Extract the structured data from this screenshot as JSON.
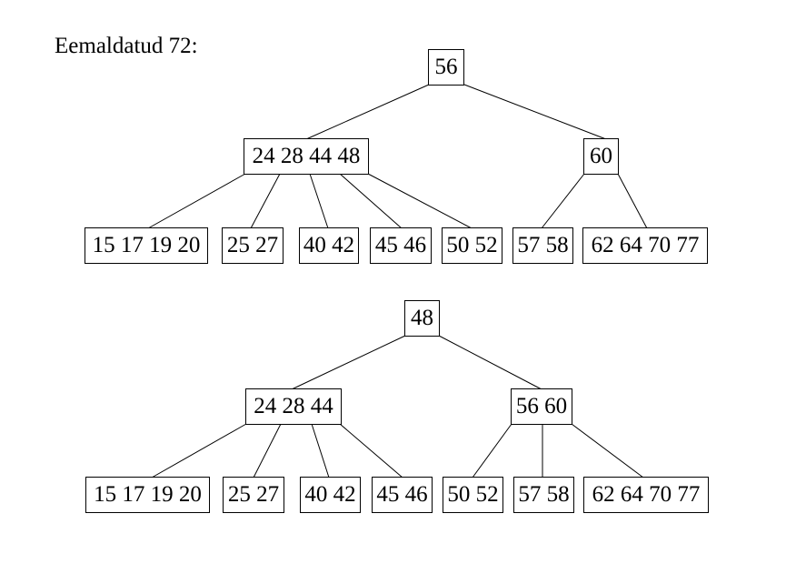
{
  "title": "Eemaldatud 72:",
  "trees": [
    {
      "root": {
        "keys": "56"
      },
      "level1": [
        {
          "keys": "24 28 44 48"
        },
        {
          "keys": "60"
        }
      ],
      "leaves": [
        {
          "keys": "15 17 19 20"
        },
        {
          "keys": "25 27"
        },
        {
          "keys": "40 42"
        },
        {
          "keys": "45 46"
        },
        {
          "keys": "50 52"
        },
        {
          "keys": "57 58"
        },
        {
          "keys": "62 64 70 77"
        }
      ]
    },
    {
      "root": {
        "keys": "48"
      },
      "level1": [
        {
          "keys": "24 28 44"
        },
        {
          "keys": "56 60"
        }
      ],
      "leaves": [
        {
          "keys": "15 17 19 20"
        },
        {
          "keys": "25 27"
        },
        {
          "keys": "40 42"
        },
        {
          "keys": "45 46"
        },
        {
          "keys": "50 52"
        },
        {
          "keys": "57 58"
        },
        {
          "keys": "62 64 70 77"
        }
      ]
    }
  ]
}
